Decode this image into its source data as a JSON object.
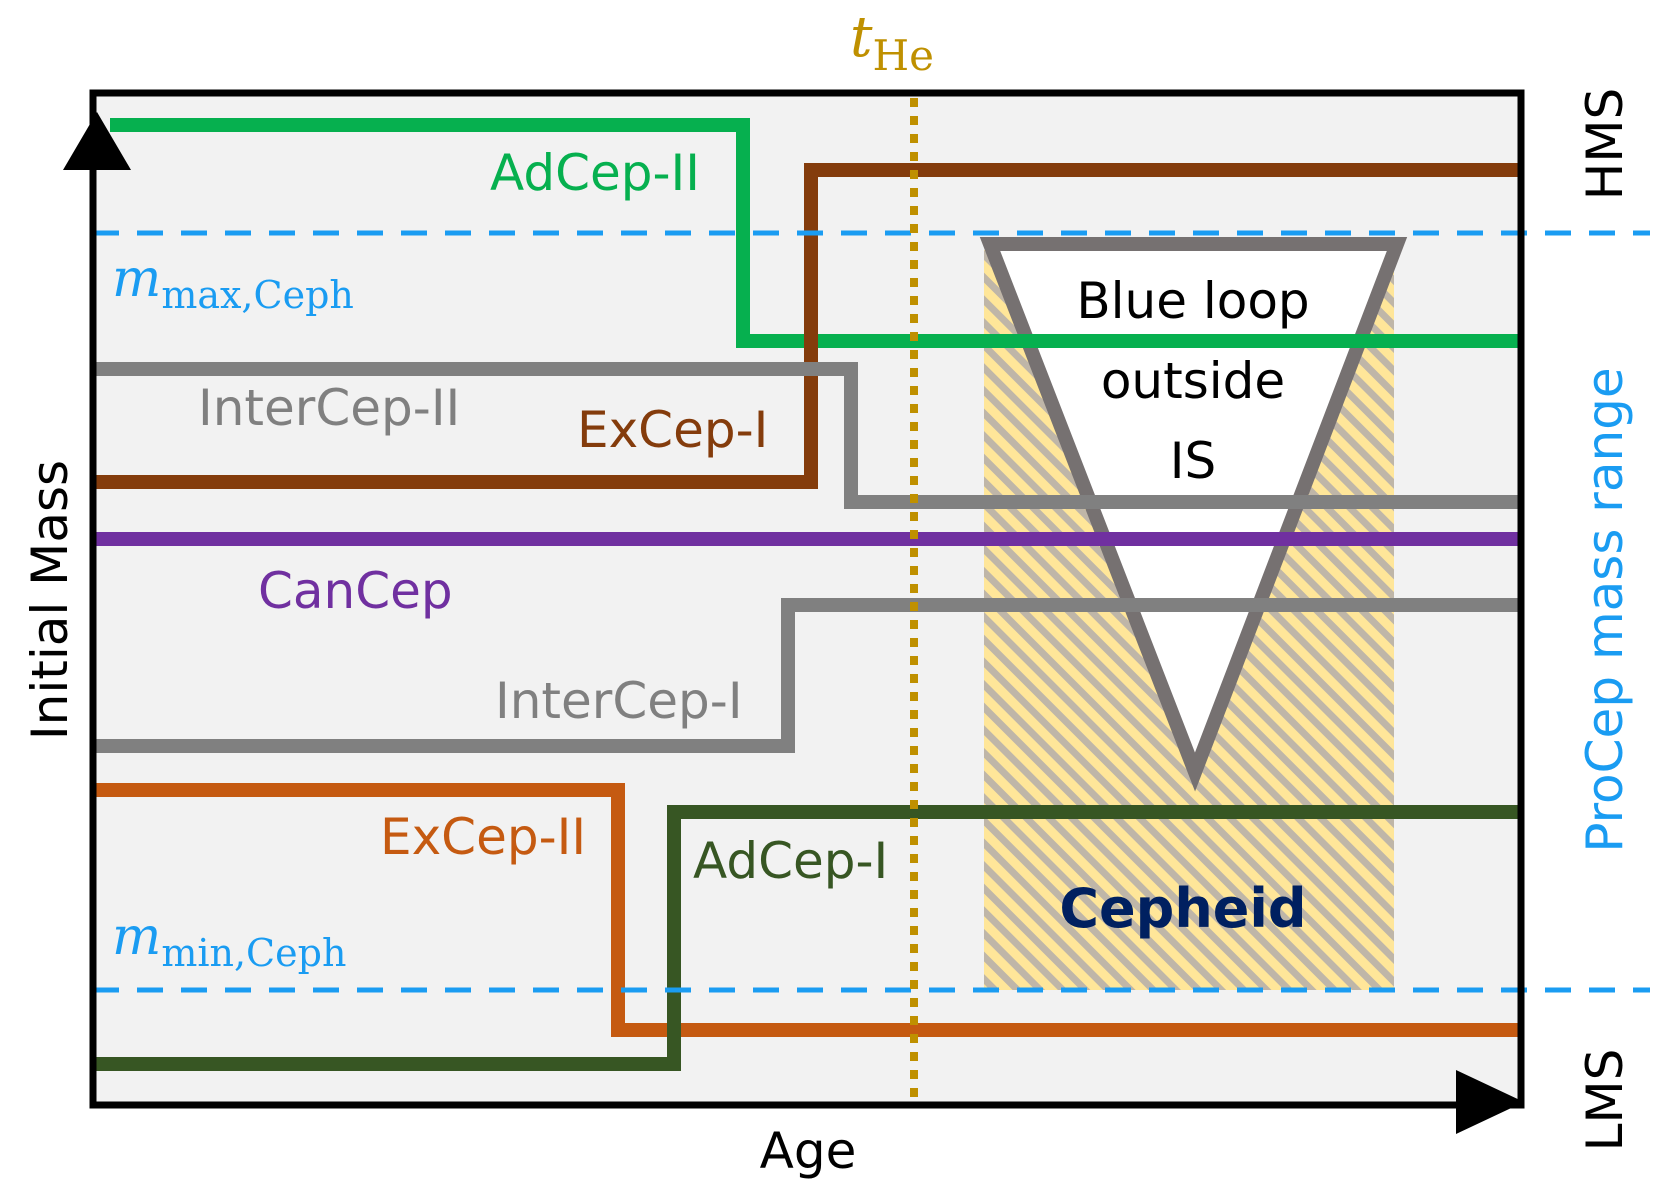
{
  "axes": {
    "x_label": "Age",
    "y_label": "Initial Mass",
    "top_mass_label": "HMS",
    "bottom_mass_label": "LMS",
    "range_label": "ProCep mass range"
  },
  "markers": {
    "t_he_main": "t",
    "t_he_sub": "He",
    "m_max_main": "m",
    "m_max_sub": "max,Ceph",
    "m_min_main": "m",
    "m_min_sub": "min,Ceph"
  },
  "tracks": {
    "adcep_ii": "AdCep-II",
    "excep_i": "ExCep-I",
    "intercep_ii": "InterCep-II",
    "cancep": "CanCep",
    "intercep_i": "InterCep-I",
    "excep_ii": "ExCep-II",
    "adcep_i": "AdCep-I"
  },
  "regions": {
    "blue_loop_line1": "Blue loop",
    "blue_loop_line2": "outside",
    "blue_loop_line3": "IS",
    "cepheid": "Cepheid"
  },
  "colors": {
    "adcep_ii": "#06b04f",
    "excep_i": "#843c0c",
    "intercep": "#808080",
    "cancep": "#7030a0",
    "excep_ii": "#c55a11",
    "adcep_i": "#375623",
    "dashed_limits": "#1a9cf2",
    "t_he": "#bf9000",
    "cepheid_text": "#002060",
    "plot_bg": "#f2f2f2",
    "hatch_yellow": "#ffe699"
  }
}
